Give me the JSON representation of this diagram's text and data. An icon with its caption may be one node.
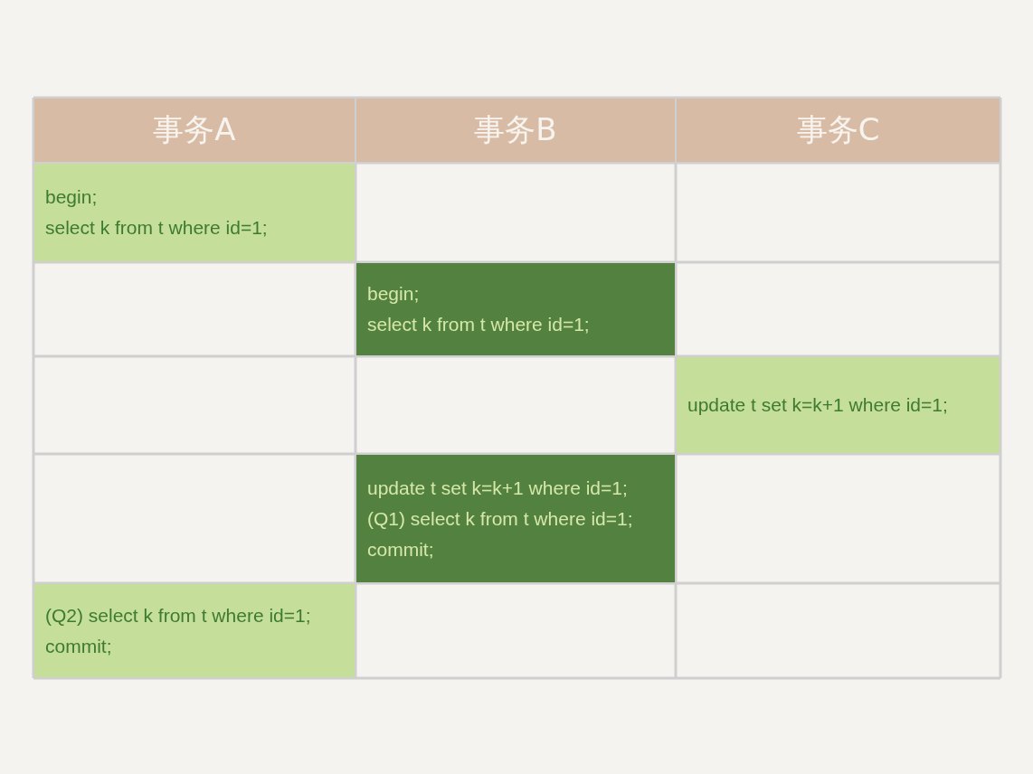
{
  "diagram": {
    "labels": [
      "事务A",
      "事务B",
      "事务C",
      "begin;",
      "select k from t where id=1;",
      "begin;",
      "select k from t where id=1;",
      "update t set k=k+1 where id=1;",
      "update t set k=k+1 where id=1;",
      "(Q1) select k from t where id=1;",
      "commit;",
      "(Q2) select k from t where id=1;",
      "commit;"
    ]
  }
}
